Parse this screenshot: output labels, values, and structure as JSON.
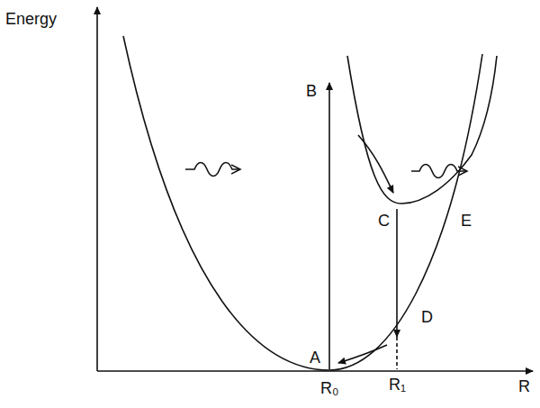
{
  "diagram": {
    "labels": [
      "Energy",
      "B",
      "C",
      "E",
      "D",
      "A",
      "R₀",
      "R₁",
      "R"
    ]
  }
}
